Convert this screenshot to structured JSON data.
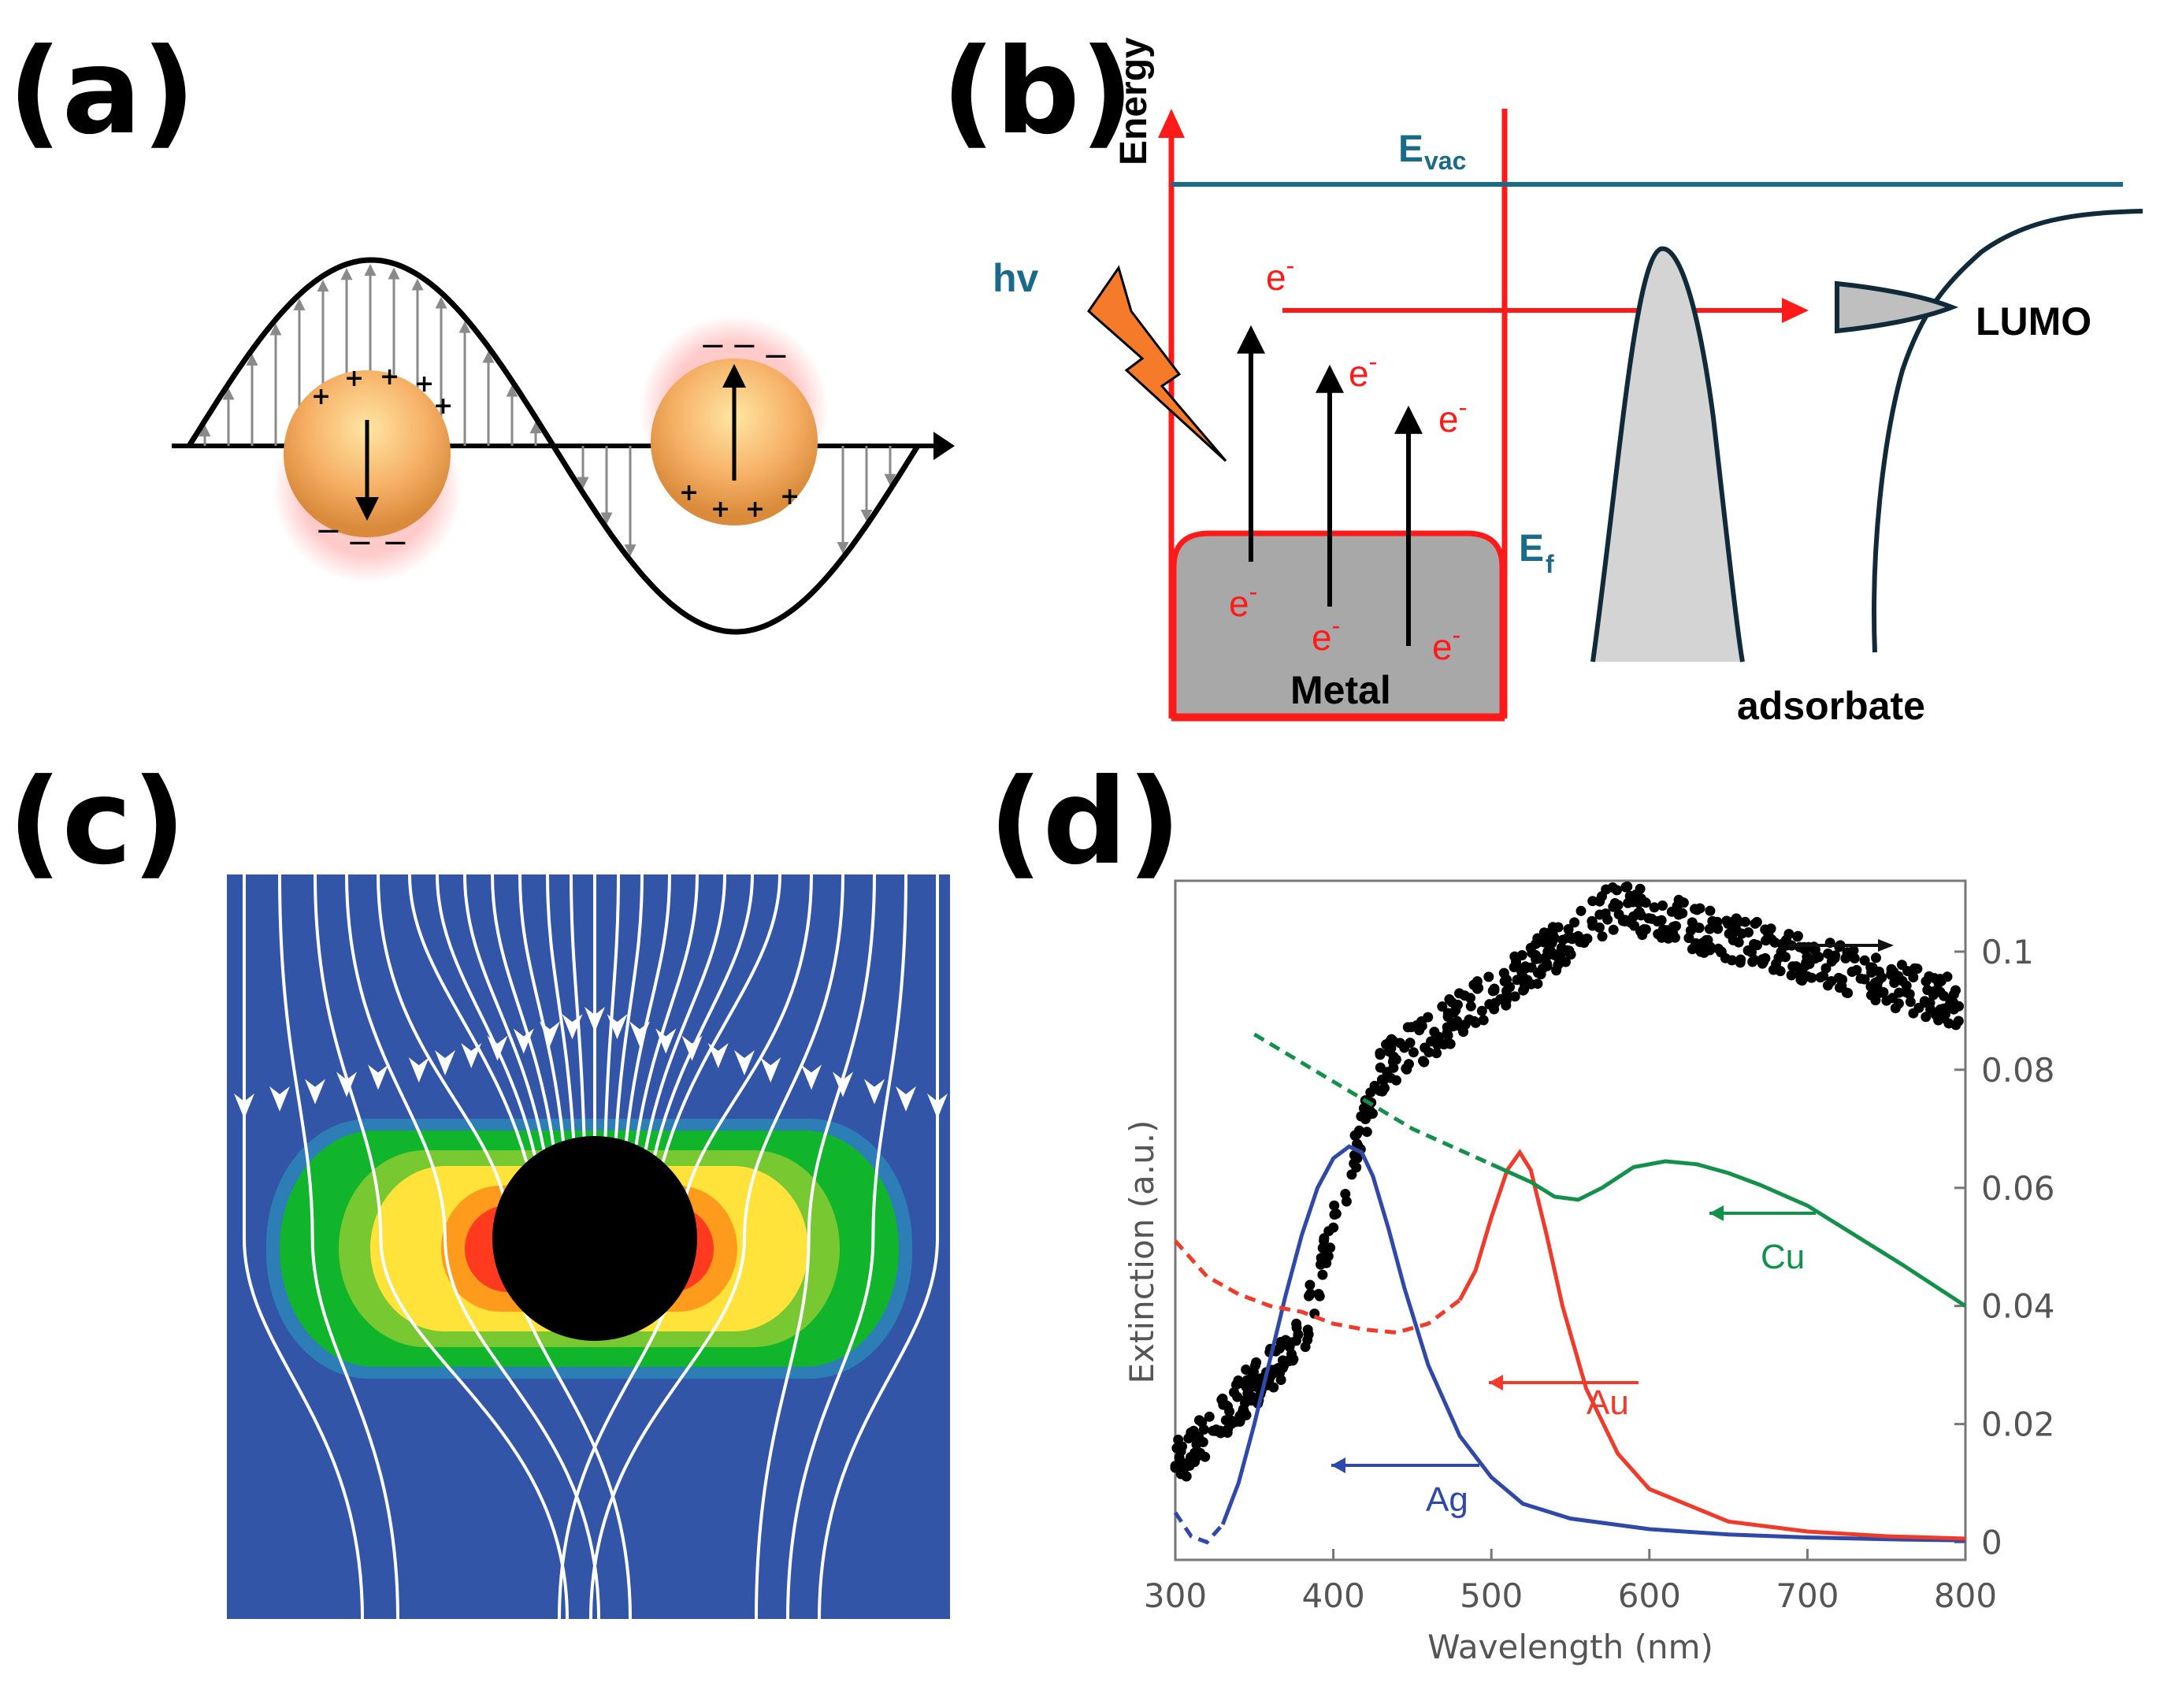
{
  "panels": {
    "a": {
      "label": "(a)",
      "plus": "+",
      "minus": "−"
    },
    "b": {
      "label": "(b)",
      "energy": "Energy",
      "e_vac_main": "E",
      "e_vac_sub": "vac",
      "e_f_main": "E",
      "e_f_sub": "f",
      "hv": "hv",
      "electron": "e",
      "electron_sup": "-",
      "lumo": "LUMO",
      "metal": "Metal",
      "adsorbate": "adsorbate"
    },
    "c": {
      "label": "(c)"
    },
    "d": {
      "label": "(d)"
    }
  },
  "colors": {
    "red": "#ff1a1a",
    "teal": "#1a6b8a",
    "dark": "#102a3a",
    "metal_fill": "#a8a8a8",
    "field_bg": "#3355a7",
    "ag": "#2f49a8",
    "au": "#f03a2a",
    "cu": "#13914a"
  },
  "chart_data": {
    "type": "line",
    "xlabel": "Wavelength (nm)",
    "ylabel": "Extinction (a.u.)",
    "xlim": [
      300,
      800
    ],
    "x_ticks": [
      "300",
      "400",
      "500",
      "600",
      "700",
      "800"
    ],
    "y2_ticks": [
      "0",
      "0.02",
      "0.04",
      "0.06",
      "0.08",
      "0.1"
    ],
    "y2lim": [
      -0.003,
      0.112
    ],
    "series": [
      {
        "name": "Ag",
        "color": "#2f49a8",
        "x": [
          300,
          310,
          320,
          330,
          340,
          350,
          360,
          370,
          380,
          390,
          400,
          410,
          418,
          425,
          435,
          445,
          460,
          480,
          500,
          520,
          550,
          600,
          650,
          700,
          750,
          800
        ],
        "y": [
          0.005,
          0.001,
          0.0,
          0.003,
          0.01,
          0.02,
          0.031,
          0.042,
          0.052,
          0.06,
          0.065,
          0.067,
          0.066,
          0.062,
          0.053,
          0.043,
          0.03,
          0.018,
          0.011,
          0.0065,
          0.004,
          0.0022,
          0.0013,
          0.0008,
          0.0005,
          0.0003
        ]
      },
      {
        "name": "Au",
        "color": "#f03a2a",
        "x": [
          300,
          320,
          340,
          360,
          380,
          400,
          420,
          440,
          460,
          480,
          490,
          500,
          510,
          518,
          525,
          535,
          545,
          560,
          580,
          600,
          650,
          700,
          750,
          800
        ],
        "y": [
          0.051,
          0.045,
          0.042,
          0.04,
          0.039,
          0.037,
          0.036,
          0.0355,
          0.037,
          0.041,
          0.046,
          0.055,
          0.063,
          0.066,
          0.063,
          0.052,
          0.04,
          0.026,
          0.015,
          0.009,
          0.0035,
          0.0018,
          0.001,
          0.0006
        ]
      },
      {
        "name": "Cu",
        "color": "#13914a",
        "x": [
          350,
          375,
          400,
          425,
          450,
          475,
          500,
          525,
          540,
          555,
          570,
          590,
          610,
          630,
          650,
          670,
          700,
          730,
          760,
          800
        ],
        "y": [
          0.086,
          0.082,
          0.078,
          0.074,
          0.07,
          0.067,
          0.064,
          0.061,
          0.0585,
          0.058,
          0.06,
          0.0635,
          0.0645,
          0.064,
          0.0625,
          0.0605,
          0.057,
          0.052,
          0.047,
          0.04
        ]
      }
    ]
  }
}
